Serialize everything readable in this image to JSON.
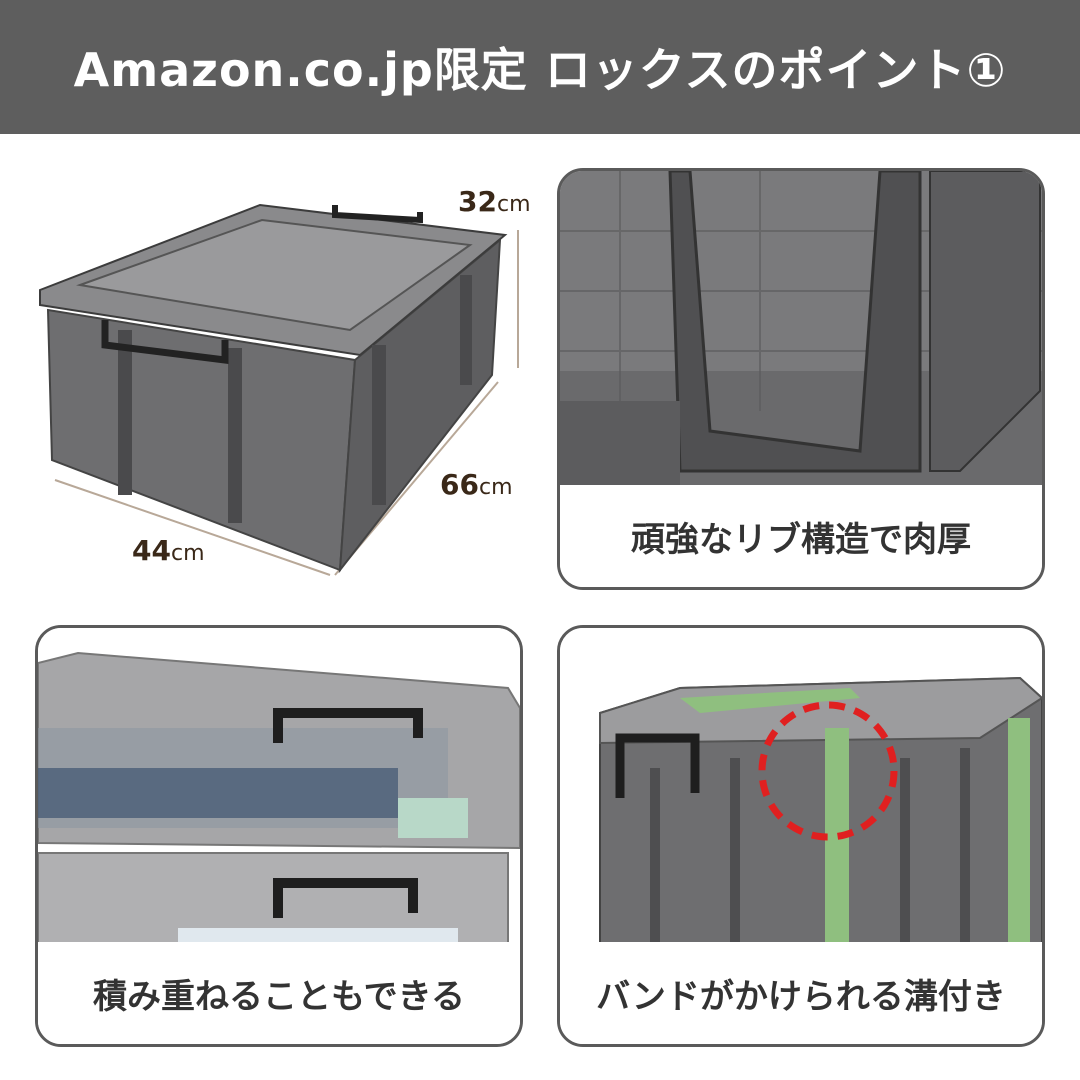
{
  "header": {
    "title": "Amazon.co.jp限定 ロックスのポイント①"
  },
  "product": {
    "dimensions": {
      "height": {
        "value": "32",
        "unit": "cm"
      },
      "depth": {
        "value": "66",
        "unit": "cm"
      },
      "width": {
        "value": "44",
        "unit": "cm"
      }
    }
  },
  "panels": {
    "rib": {
      "caption": "頑強なリブ構造で肉厚"
    },
    "stack": {
      "caption": "積み重ねることもできる"
    },
    "band": {
      "caption": "バンドがかけられる溝付き"
    }
  },
  "colors": {
    "header_bg": "#5e5e5e",
    "box_gray": "#6b6b6b",
    "band_green": "#8fbf7f",
    "highlight_red": "#e02020",
    "frame": "#5a5a5a"
  }
}
